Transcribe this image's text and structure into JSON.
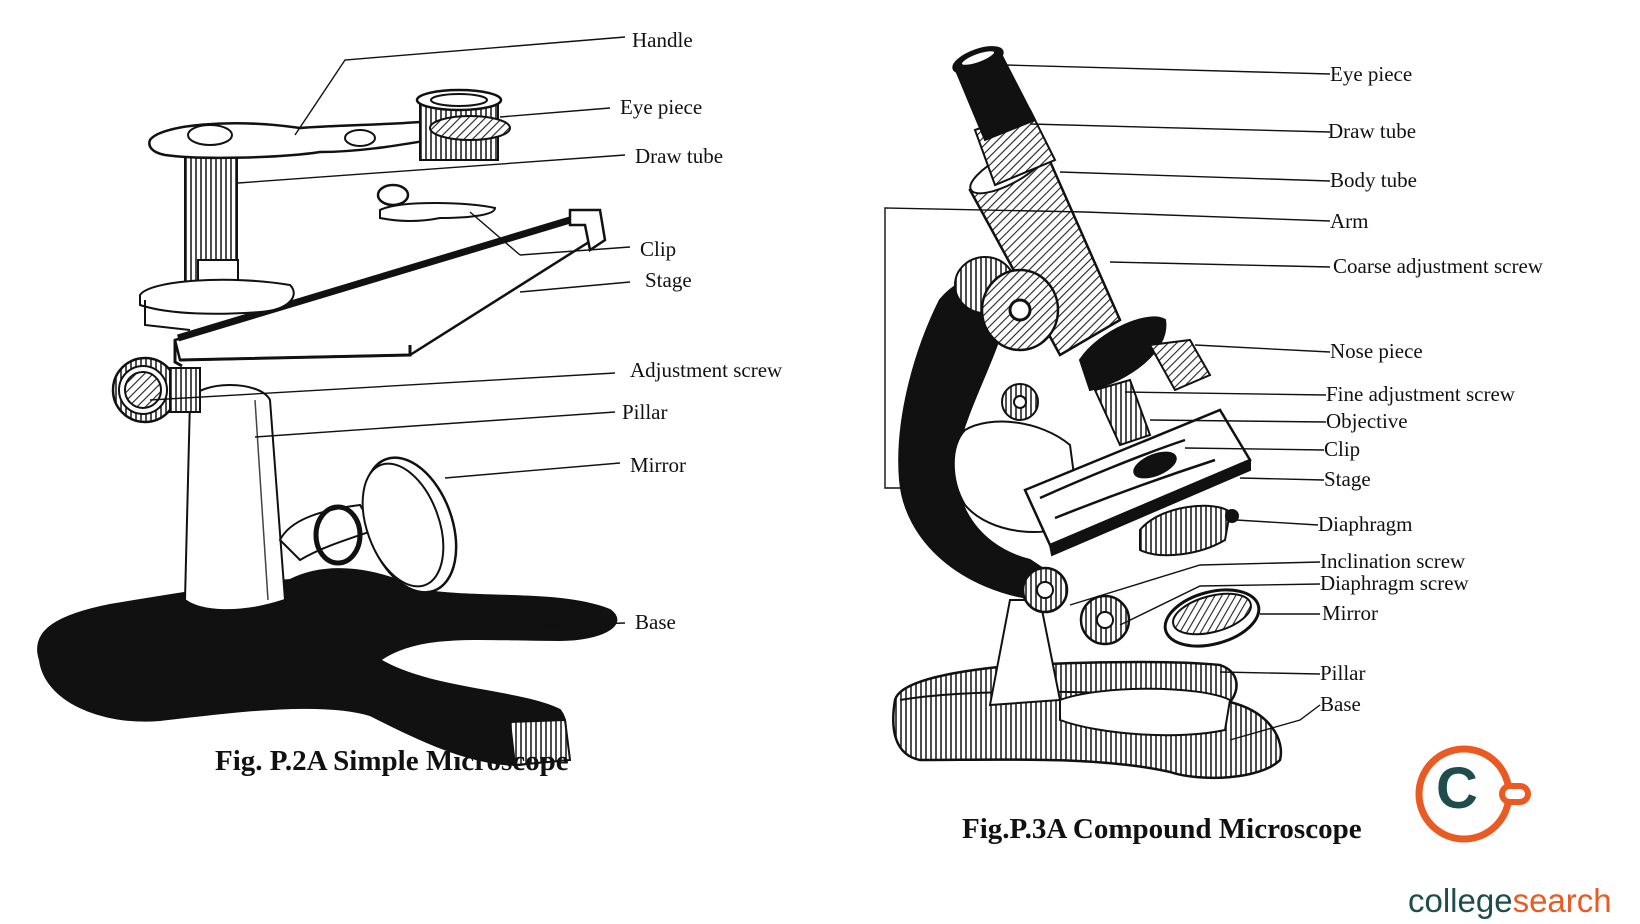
{
  "simple": {
    "caption": "Fig. P.2A Simple Microscope",
    "labels": {
      "handle": "Handle",
      "eye_piece": "Eye piece",
      "draw_tube": "Draw tube",
      "clip": "Clip",
      "stage": "Stage",
      "adjustment_screw": "Adjustment screw",
      "pillar": "Pillar",
      "mirror": "Mirror",
      "base": "Base"
    }
  },
  "compound": {
    "caption": "Fig.P.3A Compound Microscope",
    "labels": {
      "eye_piece": "Eye piece",
      "draw_tube": "Draw tube",
      "body_tube": "Body tube",
      "arm": "Arm",
      "coarse_adjustment_screw": "Coarse adjustment screw",
      "nose_piece": "Nose piece",
      "fine_adjustment_screw": "Fine adjustment screw",
      "objective": "Objective",
      "clip": "Clip",
      "stage": "Stage",
      "diaphragm": "Diaphragm",
      "inclination_screw": "Inclination screw",
      "diaphragm_screw": "Diaphragm screw",
      "mirror": "Mirror",
      "pillar": "Pillar",
      "base": "Base"
    }
  },
  "logo": {
    "letter": "C",
    "text_part1": "college",
    "text_part2": "search",
    "colors": {
      "orange": "#ea5b24",
      "dark": "#1f4d4d"
    }
  }
}
